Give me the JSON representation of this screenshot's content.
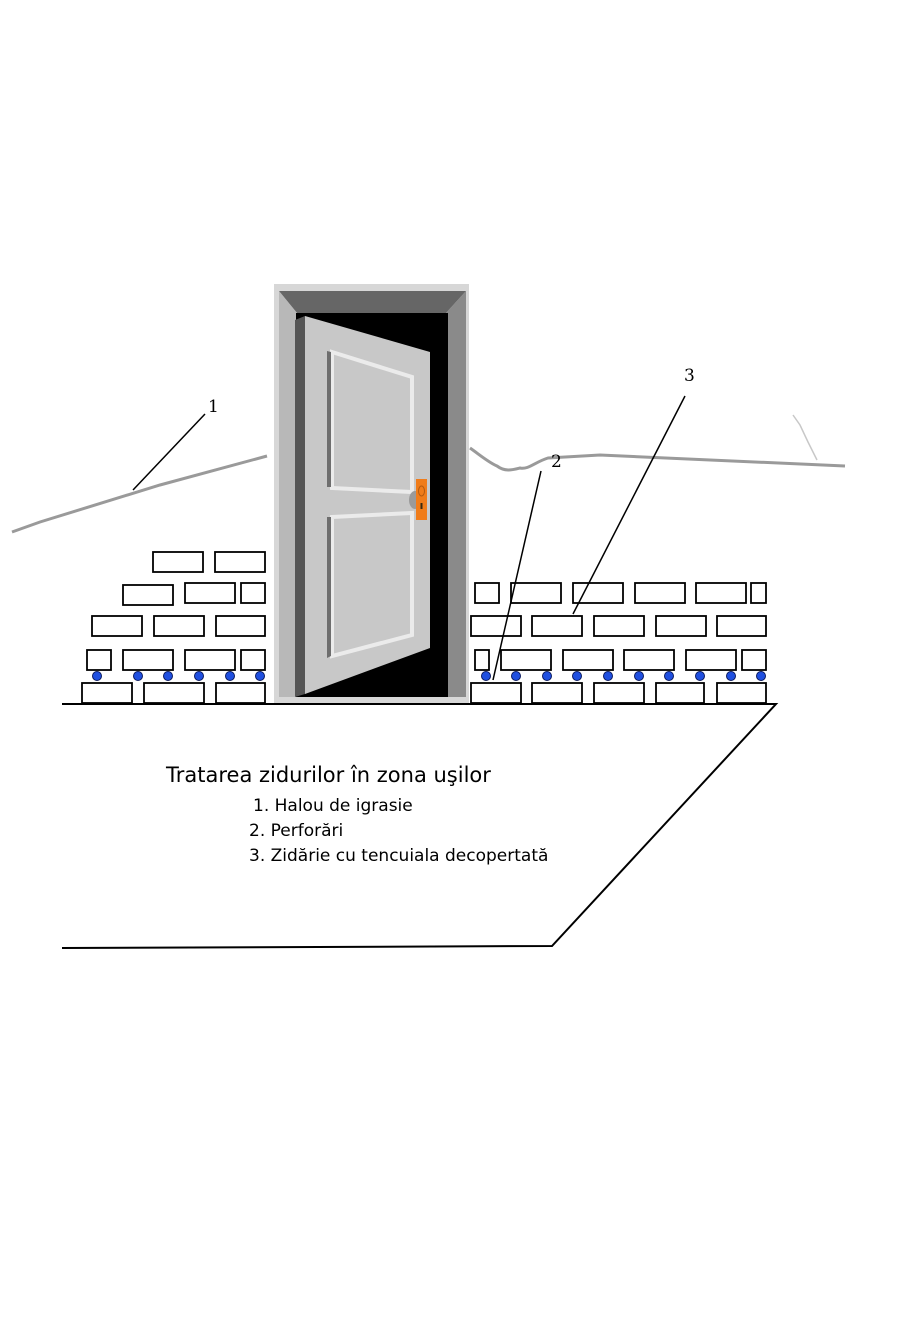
{
  "callouts": [
    "1",
    "2",
    "3"
  ],
  "caption": {
    "title": "Tratarea zidurilor în zona uşilor",
    "items": [
      "1. Halou de igrasie",
      "2. Perforări",
      "3. Zidărie cu tencuiala decopertată"
    ]
  },
  "colors": {
    "brick_outline": "#000000",
    "perforation": "#1f4fe0",
    "door_handle": "#f07c1a",
    "frame_outer": "#d7d7d7",
    "frame_top": "#666666",
    "doorway": "#000000",
    "door_panel": "#c8c8c8",
    "damp_line": "#9a9a9a"
  }
}
